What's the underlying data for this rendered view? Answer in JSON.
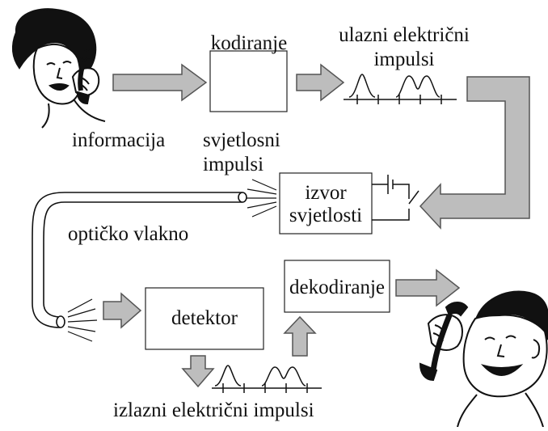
{
  "labels": {
    "encoding": "kodiranje",
    "input_pulses_1": "ulazni električni",
    "input_pulses_2": "impulsi",
    "information": "informacija",
    "light_pulses_1": "svjetlosni",
    "light_pulses_2": "impulsi",
    "light_source_1": "izvor",
    "light_source_2": "svjetlosti",
    "fiber": "optičko vlakno",
    "decoding": "dekodiranje",
    "detector": "detektor",
    "output_pulses": "izlazni električni impulsi"
  },
  "colors": {
    "arrow_fill": "#bdbdbd",
    "arrow_stroke": "#555555",
    "line": "#222222",
    "skin": "#ffffff"
  },
  "icons": {
    "sender": "woman-on-telephone-icon",
    "receiver": "man-on-telephone-icon"
  }
}
